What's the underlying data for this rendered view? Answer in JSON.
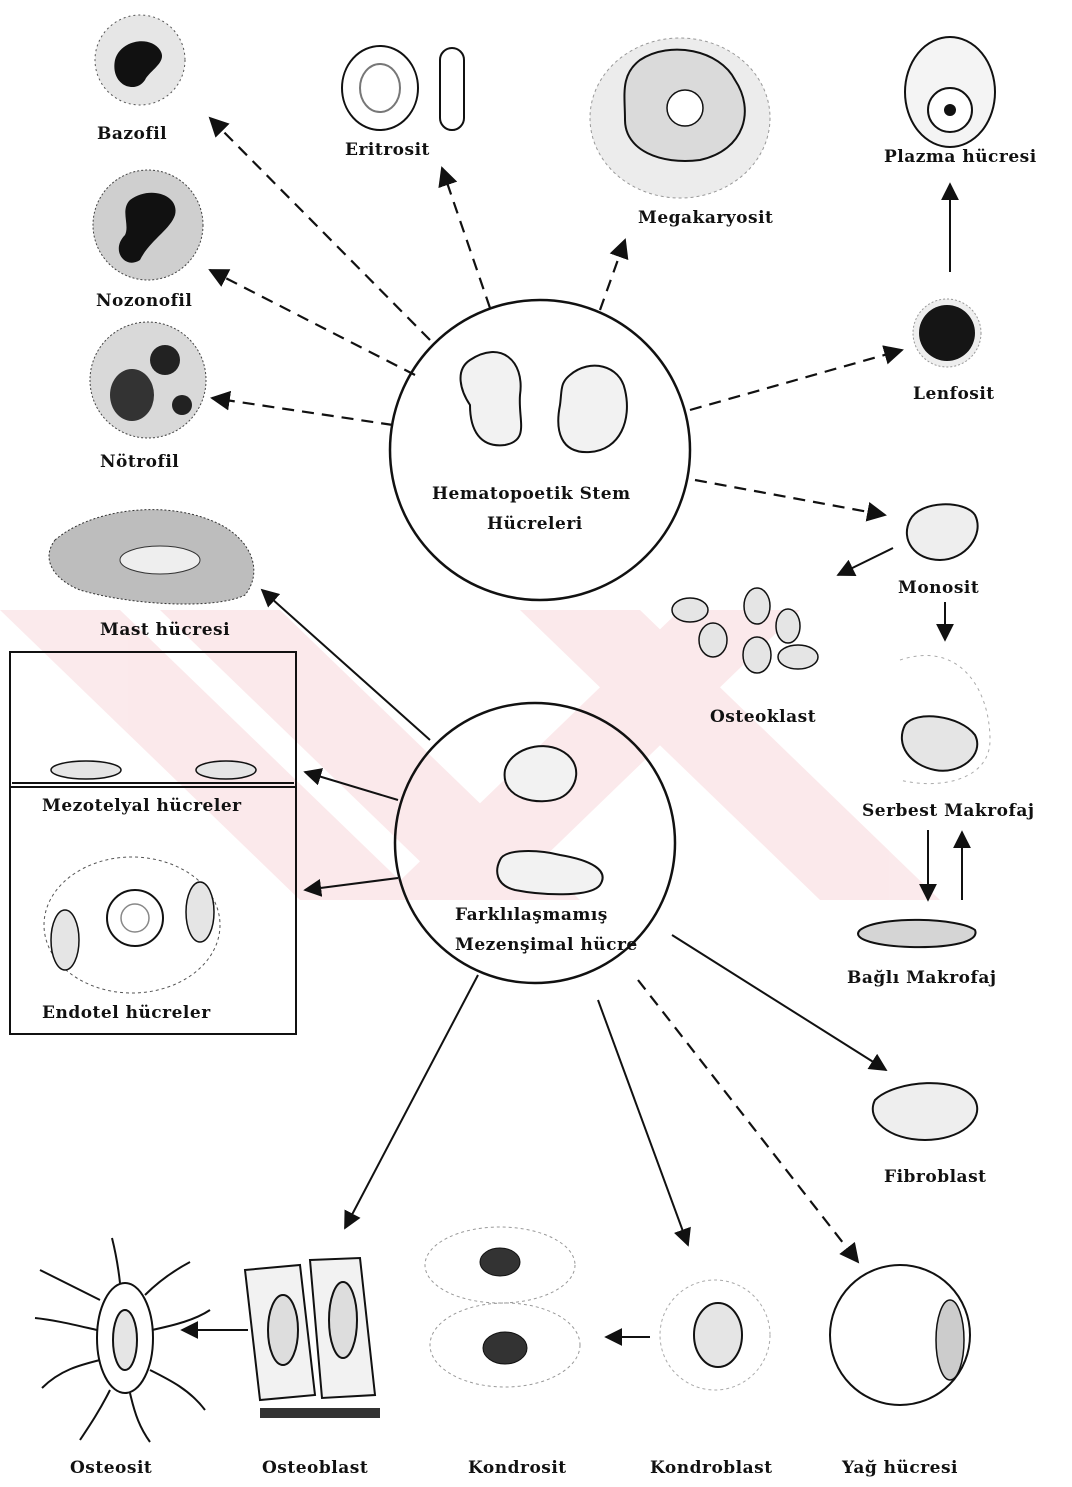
{
  "center_hematopoietic": {
    "line1": "Hematopoetik Stem",
    "line2": "Hücreleri"
  },
  "center_mesenchymal": {
    "line1": "Farklılaşmamış",
    "line2": "Mezenşimal hücre"
  },
  "labels": {
    "bazofil": "Bazofil",
    "eritrosit": "Eritrosit",
    "megakaryosit": "Megakaryosit",
    "plazma": "Plazma hücresi",
    "nozofil": "Nozonofil",
    "notrofil": "Nötrofil",
    "lenfosit": "Lenfosit",
    "monosit": "Monosit",
    "osteoklast": "Osteoklast",
    "mast": "Mast hücresi",
    "mezotelyal": "Mezotelyal hücreler",
    "endotel": "Endotel hücreler",
    "serbest": "Serbest Makrofaj",
    "bagli": "Bağlı Makrofaj",
    "fibroblast": "Fibroblast",
    "osteosit": "Osteosit",
    "osteoblast": "Osteoblast",
    "kondrosit": "Kondrosit",
    "kondroblast": "Kondroblast",
    "yag": "Yağ hücresi"
  }
}
